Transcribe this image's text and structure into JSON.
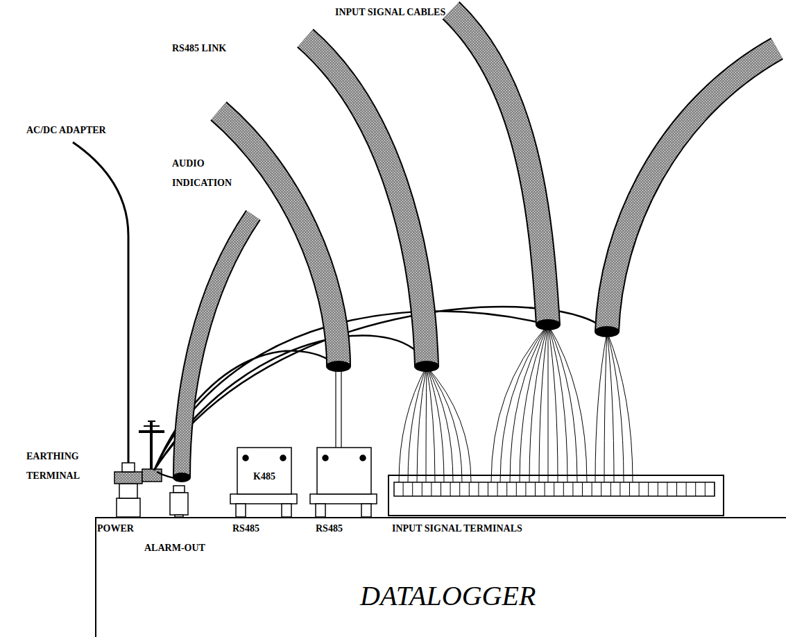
{
  "diagram": {
    "nodes": [
      {
        "text": [
          "DATALOGGER"
        ]
      },
      {
        "text": [
          "K485"
        ]
      }
    ],
    "labels": [
      "INPUT SIGNAL CABLES",
      "RS485 LINK",
      "AC/DC ADAPTER",
      "AUDIO INDICATION",
      "EARTHING TERMINAL",
      "POWER",
      "RS485",
      "RS485",
      "INPUT SIGNAL TERMINALS",
      "ALARM-OUT"
    ]
  }
}
